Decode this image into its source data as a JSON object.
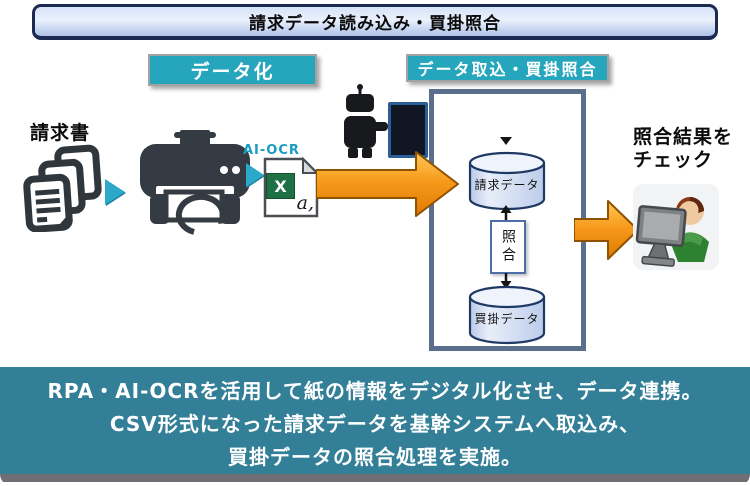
{
  "window": {
    "title": "請求データ読み込み・買掛照合"
  },
  "sections": {
    "digitize": "データ化",
    "import": "データ取込・買掛照合"
  },
  "flow": {
    "invoice_title": "請求書",
    "ai_ocr": "AI-OCR",
    "excel_glyph": "X",
    "csv_letters": "a,"
  },
  "system": {
    "db_top": "請求データ",
    "matching": "照合",
    "db_bottom": "買掛データ"
  },
  "result": {
    "line1": "照合結果を",
    "line2": "チェック"
  },
  "banner": {
    "line1": "RPA・AI-OCRを活用して紙の情報をデジタル化させ、データ連携。",
    "line2": "CSV形式になった請求データを基幹システムへ取込み、",
    "line3": "買掛データの照合処理を実施。"
  },
  "colors": {
    "teal_label_bg": "#26A6BD",
    "banner_bg": "#337F97",
    "banner_strip": "#6E6E74",
    "orange_arrow": "#F79B1C",
    "title_border": "#1C2950",
    "box_border": "#5A6E8E",
    "cylinder_border": "#1F3864",
    "teal_arrow": "#2CA8C8",
    "excel_green": "#1E7145",
    "icon_charcoal": "#2F363C"
  }
}
